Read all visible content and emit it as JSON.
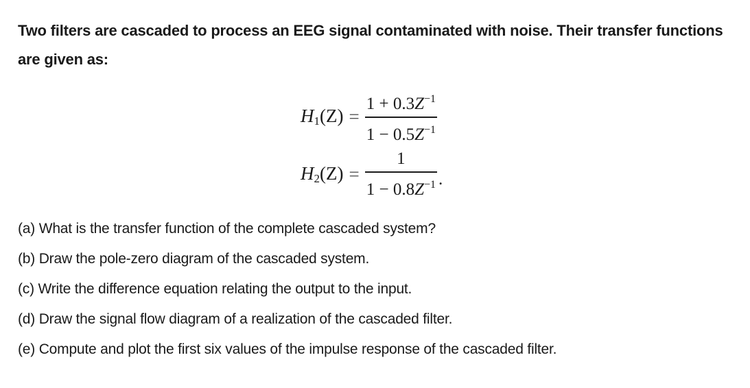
{
  "intro": "Two filters are cascaded to process an EEG signal contaminated with noise. Their transfer functions are given as:",
  "h1": {
    "lhs_letter": "H",
    "lhs_sub": "1",
    "lhs_arg": "(Z)",
    "equals": "=",
    "num_prefix": "1 + 0.3",
    "num_var": "Z",
    "num_exp": "−1",
    "den_prefix": "1 − 0.5",
    "den_var": "Z",
    "den_exp": "−1"
  },
  "h2": {
    "lhs_letter": "H",
    "lhs_sub": "2",
    "lhs_arg": "(Z)",
    "equals": "=",
    "num": "1",
    "den_prefix": "1 − 0.8",
    "den_var": "Z",
    "den_exp": "−1",
    "trailing": "."
  },
  "parts": [
    "(a) What is the transfer function of the complete cascaded system?",
    "(b) Draw the pole-zero diagram of the cascaded system.",
    "(c) Write the difference equation relating the output to the input.",
    "(d) Draw the signal flow diagram of a realization of the cascaded filter.",
    "(e) Compute and plot the first six values of the impulse response of the cascaded filter."
  ]
}
